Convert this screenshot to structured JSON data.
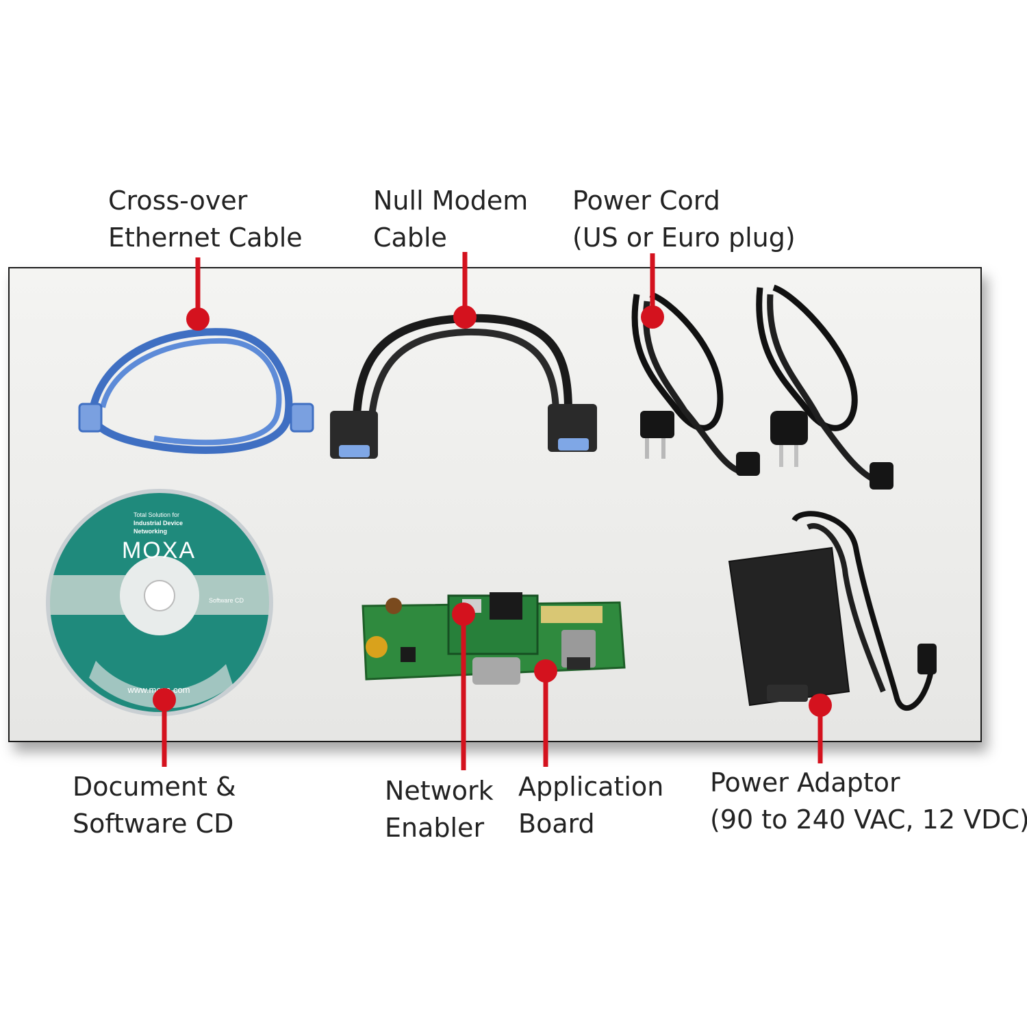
{
  "callouts": {
    "crossover": {
      "line1": "Cross-over",
      "line2": "Ethernet Cable"
    },
    "nullmodem": {
      "line1": "Null Modem",
      "line2": "Cable"
    },
    "powercord": {
      "line1": "Power Cord",
      "line2": "(US or Euro plug)"
    },
    "cd": {
      "line1": "Document &",
      "line2": "Software CD"
    },
    "enabler": {
      "line1": "Network",
      "line2": "Enabler"
    },
    "appboard": {
      "line1": "Application",
      "line2": "Board"
    },
    "adaptor": {
      "line1": "Power Adaptor",
      "line2": "(90 to 240 VAC, 12 VDC)"
    }
  },
  "cd_label": {
    "tagline1": "Total Solution for",
    "tagline2": "Industrial Device",
    "tagline3": "Networking",
    "brand": "MOXA",
    "software": "Software CD",
    "url": "www.moxa.com"
  },
  "colors": {
    "callout_red": "#d4121e",
    "ethernet_blue": "#3f6fc2",
    "cd_teal": "#1f8a7c",
    "pcb_green": "#2f8a3e"
  }
}
